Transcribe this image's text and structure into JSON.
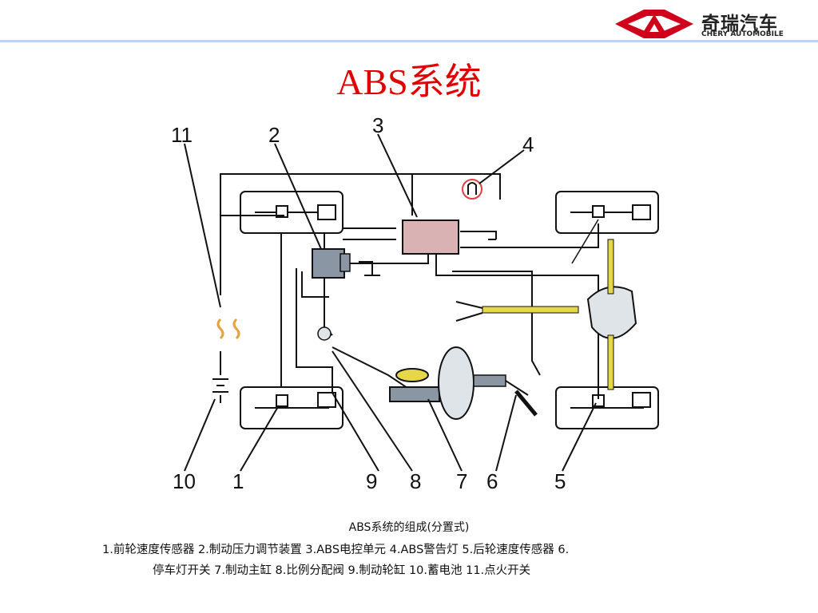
{
  "header": {
    "logo_cn": "奇瑞汽车",
    "logo_en": "CHERY AUTOMOBILE",
    "brand_color": "#d0021b"
  },
  "slide": {
    "title": "ABS系统",
    "title_color": "#e00000"
  },
  "diagram": {
    "callouts": [
      "1",
      "2",
      "3",
      "4",
      "5",
      "6",
      "7",
      "8",
      "9",
      "10",
      "11"
    ],
    "caption": "ABS系统的组成(分置式)",
    "legend_line1": "1.前轮速度传感器 2.制动压力调节装置 3.ABS电控单元 4.ABS警告灯 5.后轮速度传感器 6.",
    "legend_line2": "停车灯开关 7.制动主缸 8.比例分配阀 9.制动轮缸 10.蓄电池 11.点火开关",
    "colors": {
      "ecu": "#d9b3b3",
      "modulator": "#8a96a3",
      "pipe": "#e6d64a",
      "warning_ring": "#e04040"
    }
  }
}
